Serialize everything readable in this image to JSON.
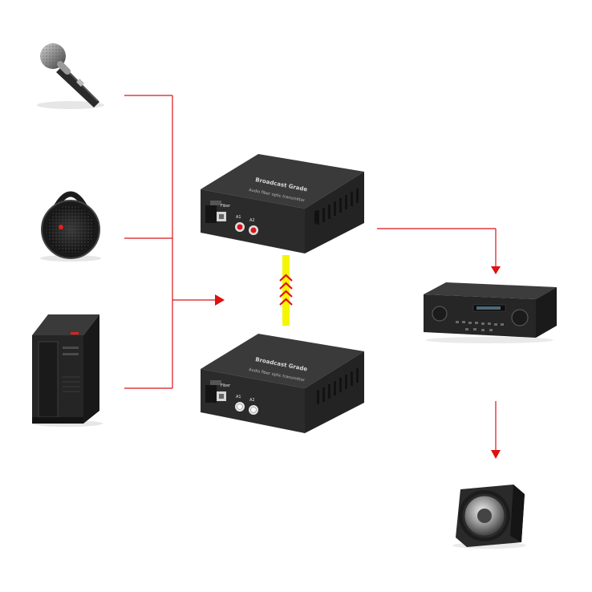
{
  "devices": {
    "microphone": {
      "icon": "microphone-icon"
    },
    "bluetooth_speaker": {
      "icon": "round-speaker-icon"
    },
    "computer": {
      "icon": "pc-tower-icon"
    },
    "transmitter": {
      "title": "Broadcast Grade",
      "subtitle": "Audio fiber optic transmitter",
      "fiber_label": "Fiber",
      "a1_label": "A1",
      "a2_label": "A2"
    },
    "receiver": {
      "title": "Broadcast Grade",
      "subtitle": "Audio fiber optic transmitter",
      "fiber_label": "Fiber",
      "a1_label": "A1",
      "a2_label": "A2"
    },
    "amplifier": {
      "icon": "av-receiver-icon"
    },
    "loudspeaker": {
      "icon": "loudspeaker-icon"
    }
  },
  "colors": {
    "connector_line": "#d9141b",
    "fiber_link": "#f5f500",
    "fiber_chevron": "#e01010",
    "device_body": "#2b2b2b",
    "device_top": "#3a3a3a"
  }
}
